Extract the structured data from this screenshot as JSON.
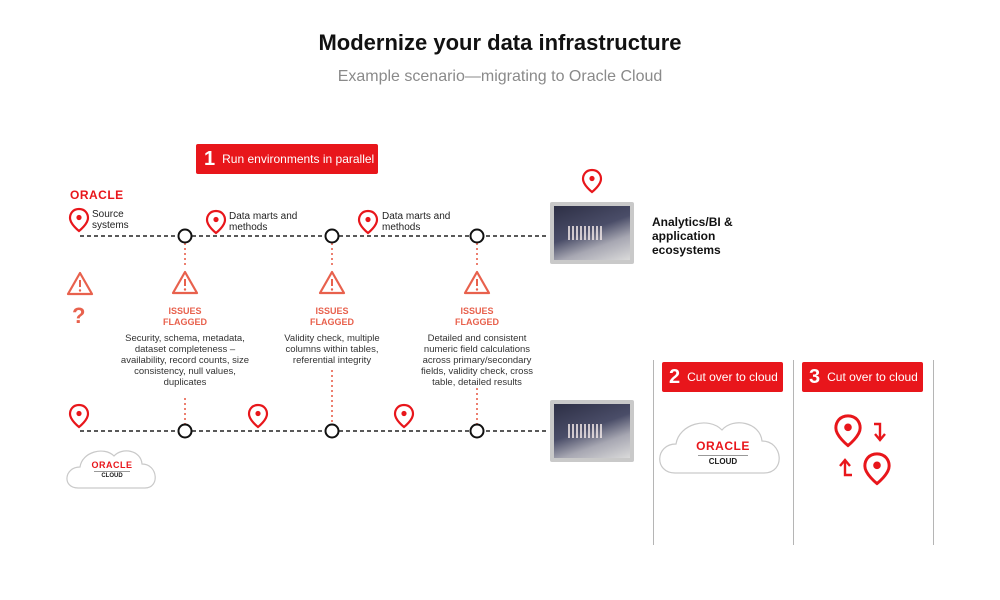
{
  "header": {
    "title": "Modernize your data infrastructure",
    "subtitle": "Example scenario—migrating to Oracle Cloud"
  },
  "steps": [
    {
      "number": "1",
      "label": "Run environments in parallel"
    },
    {
      "number": "2",
      "label": "Cut over to cloud"
    },
    {
      "number": "3",
      "label": "Cut over to cloud"
    }
  ],
  "top_line": {
    "logo": "ORACLE",
    "stages": [
      "Source systems",
      "Data marts and methods",
      "Data marts and methods"
    ]
  },
  "issues": [
    {
      "label": "ISSUES FLAGGED",
      "description": "Security, schema, metadata, dataset completeness – availability, record counts, size consistency, null values, duplicates"
    },
    {
      "label": "ISSUES FLAGGED",
      "description": "Validity check, multiple columns within tables, referential integrity"
    },
    {
      "label": "ISSUES FLAGGED",
      "description": "Detailed and consistent numeric field calculations across primary/secondary fields, validity check, cross table, detailed results"
    }
  ],
  "destination": {
    "label": "Analytics/BI & application ecosystems"
  },
  "unknown_marker": "?",
  "cloud_logo": {
    "brand": "ORACLE",
    "product": "CLOUD"
  },
  "colors": {
    "accent": "#e8161b",
    "warning": "#e8614d",
    "line": "#222222"
  },
  "icons": [
    "location-pin-icon",
    "warning-icon",
    "laptop-icon",
    "cloud-icon",
    "swap-arrows-icon"
  ]
}
